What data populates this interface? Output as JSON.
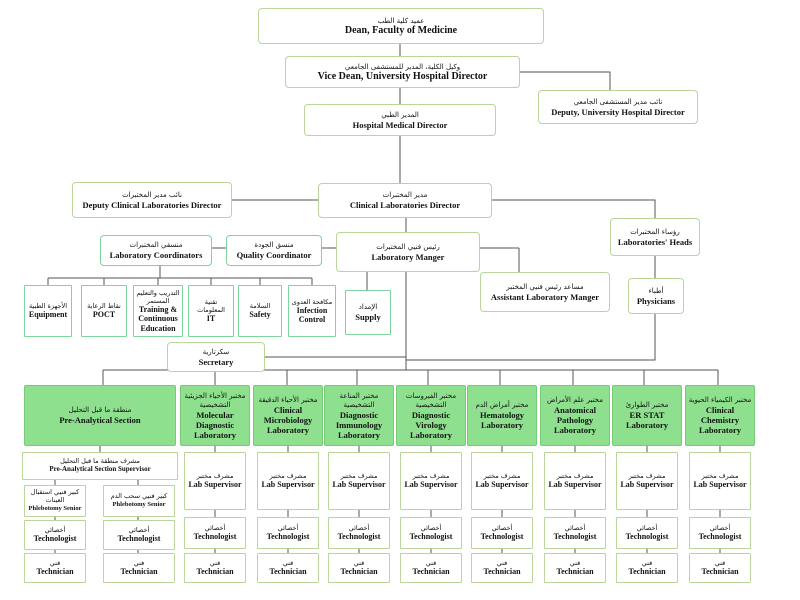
{
  "top": {
    "dean": {
      "ar": "عميد كلية الطب",
      "en": "Dean, Faculty of Medicine"
    },
    "vice_dean": {
      "ar": "وكيل الكلية، المدير للمستشفى الجامعي",
      "en": "Vice Dean, University Hospital Director"
    },
    "deputy_director": {
      "ar": "نائب مدير المستشفى الجامعي",
      "en": "Deputy, University Hospital Director"
    },
    "medical_director": {
      "ar": "المدير الطبي",
      "en": "Hospital Medical Director"
    }
  },
  "middle": {
    "deputy_clinical": {
      "ar": "نائب مدير المختبرات",
      "en": "Deputy Clinical Laboratories Director"
    },
    "clinical_director": {
      "ar": "مدير المختبرات",
      "en": "Clinical Laboratories Director"
    },
    "lab_heads": {
      "ar": "رؤساء المختبرات",
      "en": "Laboratories' Heads"
    },
    "physicians": {
      "ar": "أطباء",
      "en": "Physicians"
    },
    "coordinators": {
      "ar": "منسقي المختبرات",
      "en": "Laboratory Coordinators"
    },
    "quality": {
      "ar": "منسق الجودة",
      "en": "Quality Coordinator"
    },
    "manager": {
      "ar": "رئيس فنيي المختبرات",
      "en": "Laboratory Manger"
    },
    "assistant": {
      "ar": "مساعد رئيس فنيي المختبر",
      "en": "Assistant Laboratory Manger"
    },
    "secretary": {
      "ar": "سكرتارية",
      "en": "Secretary"
    }
  },
  "coordinator_units": [
    {
      "ar": "الأجهزة الطبية",
      "en": "Equipment"
    },
    {
      "ar": "نقاط الرعاية",
      "en": "POCT"
    },
    {
      "ar": "التدريب والتعليم المستمر",
      "en": "Training & Continuous Education"
    },
    {
      "ar": "تقنية المعلومات",
      "en": "IT"
    },
    {
      "ar": "السلامة",
      "en": "Safety"
    },
    {
      "ar": "مكافحة العدوى",
      "en": "Infection Control"
    }
  ],
  "supply": {
    "ar": "الإمداد",
    "en": "Supply"
  },
  "pre_analytical": {
    "section": {
      "ar": "منطقة ما قبل التحليل",
      "en": "Pre-Analytical Section"
    },
    "supervisor": {
      "ar": "مشرف منطقة ما قبل التحليل",
      "en": "Pre-Analytical Section Supervisor"
    },
    "senior_left": {
      "ar": "كبير فنيي استقبال العينات",
      "en": "Phlebotomy Senior"
    },
    "senior_right": {
      "ar": "كبير فنيي سحب الدم",
      "en": "Phlebotomy Senior"
    },
    "technologist": {
      "ar": "أخصائي",
      "en": "Technologist"
    },
    "technician": {
      "ar": "فني",
      "en": "Technician"
    }
  },
  "labs": [
    {
      "ar": "مختبر الأحياء الجزيئية التشخيصية",
      "en": "Molecular Diagnostic Laboratory"
    },
    {
      "ar": "مختبر الأحياء الدقيقة",
      "en": "Clinical Microbiology Laboratory"
    },
    {
      "ar": "مختبر المناعة التشخيصية",
      "en": "Diagnostic Immunology Laboratory"
    },
    {
      "ar": "مختبر الفيروسات التشخيصية",
      "en": "Diagnostic Virology Laboratory"
    },
    {
      "ar": "مختبر أمراض الدم",
      "en": "Hematology Laboratory"
    },
    {
      "ar": "مختبر علم الأمراض",
      "en": "Anatomical Pathology Laboratory"
    },
    {
      "ar": "مختبر الطوارئ",
      "en": "ER STAT Laboratory"
    },
    {
      "ar": "مختبر الكيمياء الحيوية",
      "en": "Clinical Chemistry Laboratory"
    }
  ],
  "staff": {
    "supervisor": {
      "ar": "مشرف مختبر",
      "en": "Lab Supervisor"
    },
    "technologist": {
      "ar": "أخصائي",
      "en": "Technologist"
    },
    "technician": {
      "ar": "فني",
      "en": "Technician"
    }
  },
  "colors": {
    "border": "#b9d59a",
    "section_fill": "#8ee08f",
    "line": "#555555"
  }
}
